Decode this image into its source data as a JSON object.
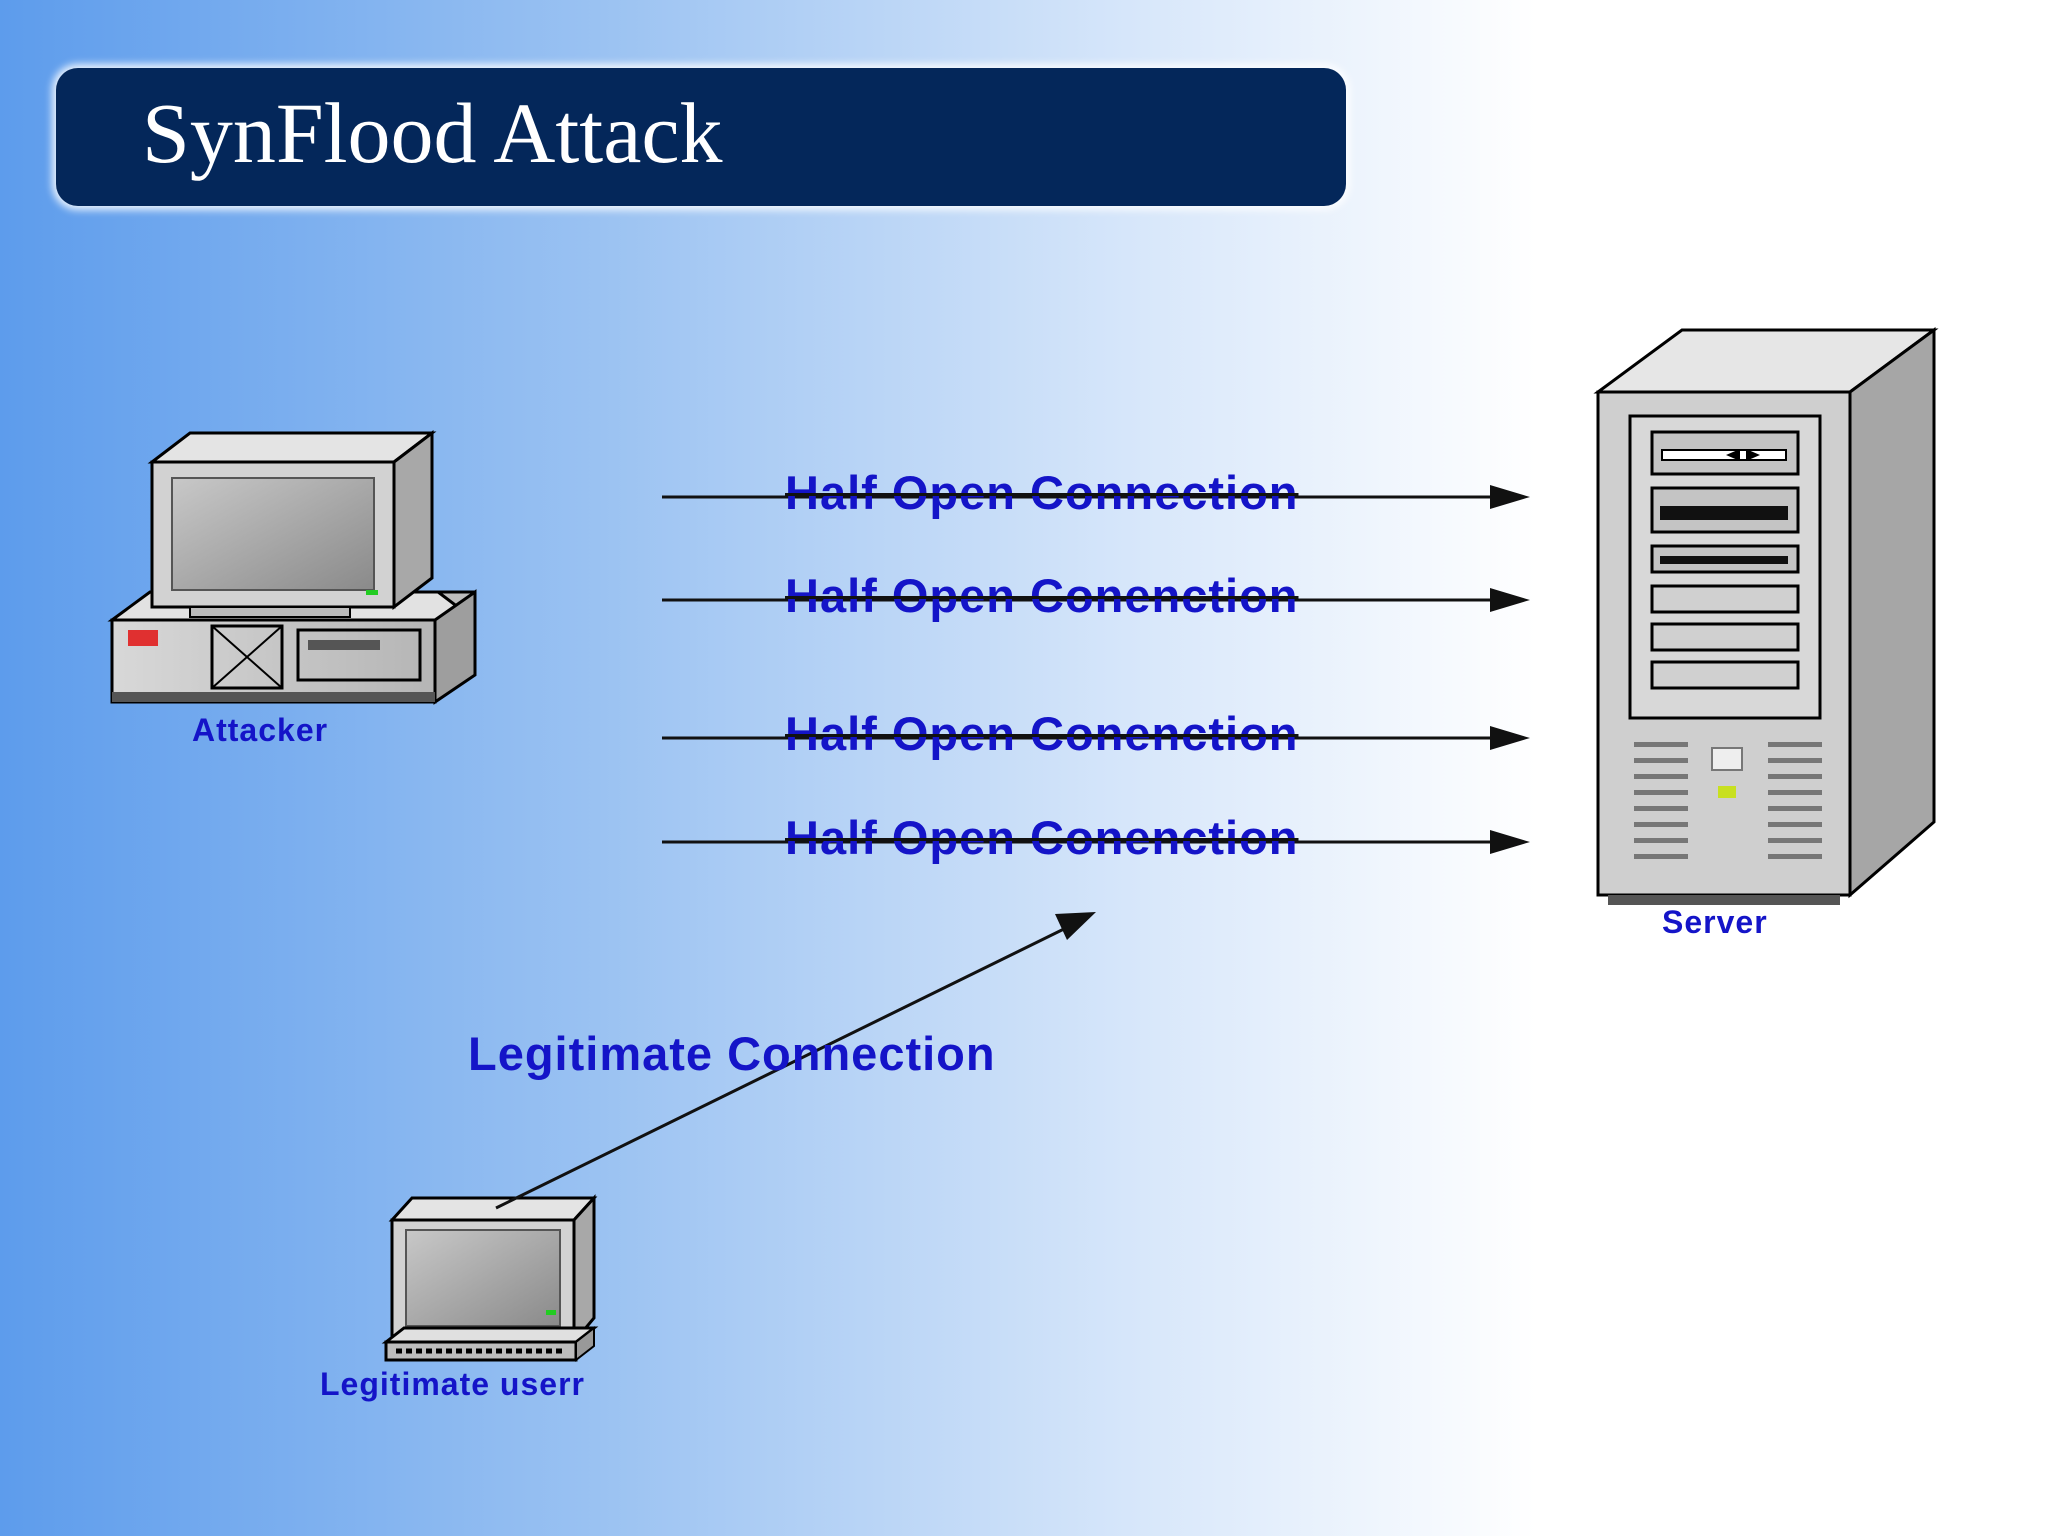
{
  "slide": {
    "title": "SynFlood Attack"
  },
  "nodes": {
    "attacker": "Attacker",
    "server": "Server",
    "legit_user": "Legitimate userr"
  },
  "connections": {
    "half_open": [
      "Half Open Connection",
      "Half Open Conenction",
      "Half Open Conenction",
      "Half Open Conenction"
    ],
    "legitimate": "Legitimate Connection"
  },
  "colors": {
    "title_bg": "#04275a",
    "label": "#1414c8",
    "arrow": "#111111"
  }
}
